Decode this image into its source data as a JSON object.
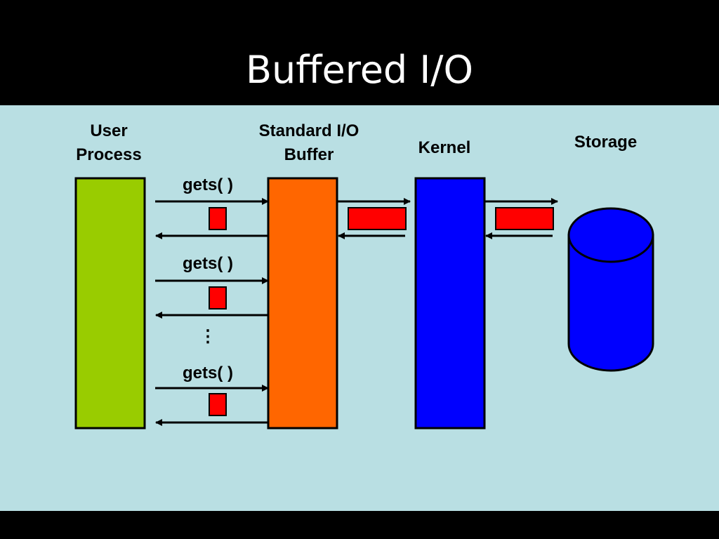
{
  "slide": {
    "title": "Buffered I/O"
  },
  "labels": {
    "user_process": "User\nProcess",
    "stdio_buffer": "Standard I/O\nBuffer",
    "kernel": "Kernel",
    "storage": "Storage"
  },
  "calls": [
    "gets( )",
    "gets( )",
    "gets( )"
  ],
  "ellipsis": "⋮",
  "colors": {
    "background": "#b9dfe3",
    "user_process": "#99cc00",
    "stdio_buffer": "#ff6600",
    "kernel": "#0000ff",
    "storage": "#0000ff",
    "data_block": "#ff0000"
  }
}
